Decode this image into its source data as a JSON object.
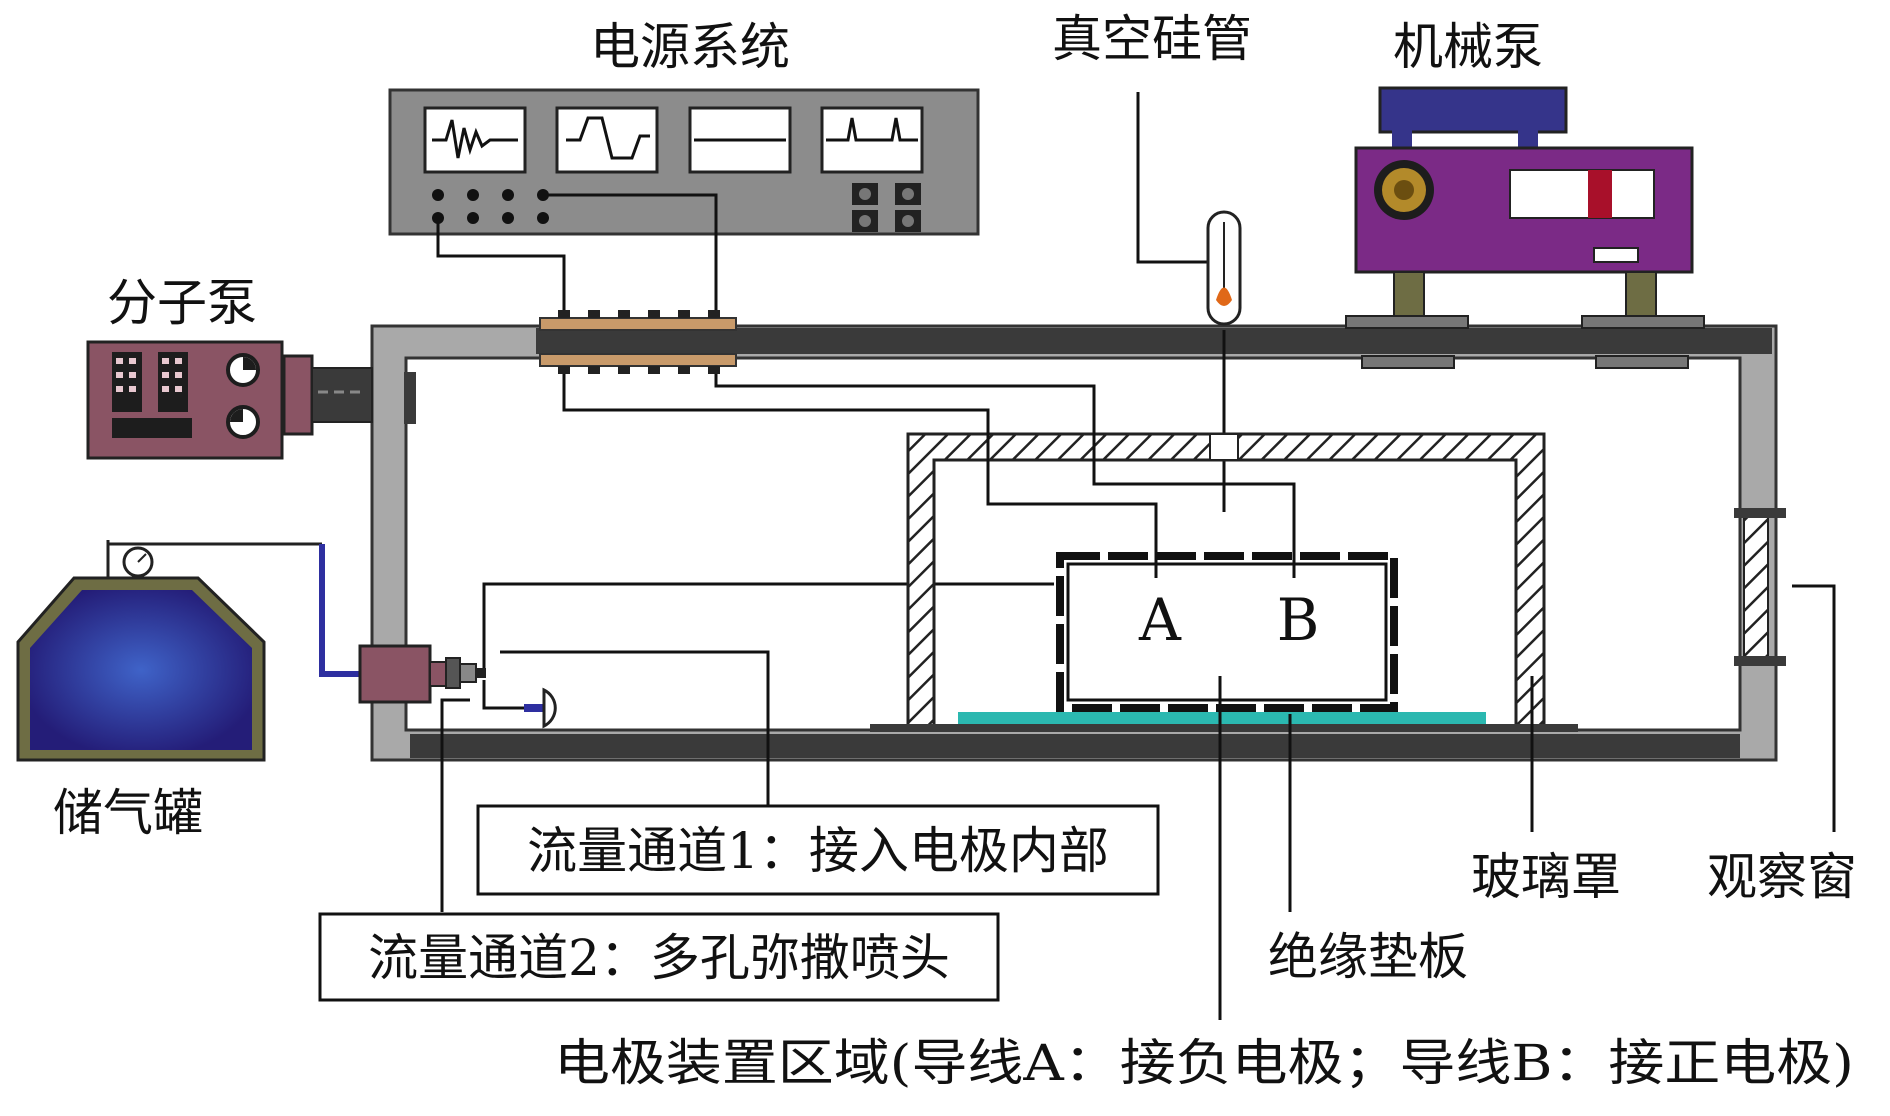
{
  "labels": {
    "power_system": "电源系统",
    "vacuum_silicone_tube": "真空硅管",
    "mechanical_pump": "机械泵",
    "molecular_pump": "分子泵",
    "gas_tank": "储气罐",
    "glass_cover": "玻璃罩",
    "observation_window": "观察窗",
    "insulating_plate": "绝缘垫板",
    "flow_channel_1": "流量通道1：接入电极内部",
    "flow_channel_2": "流量通道2：多孔弥撒喷头",
    "electrode_area": "电极装置区域(导线A：接负电极；导线B：接正电极)",
    "wire_a": "A",
    "wire_b": "B"
  },
  "colors": {
    "chamber_wall": "#a9a9a9",
    "power_panel": "#8c8c8c",
    "mech_pump_body": "#7b2a86",
    "mech_pump_top": "#35348a",
    "molecular_pump_body": "#8a5464",
    "gas_tank_body": "#2c3a9a",
    "tank_frame": "#6e6d44",
    "insulating_plate": "#2bb8b0",
    "connector": "#c89a6a",
    "gas_line": "#2e2fa0"
  },
  "icons": {
    "scope_screens": [
      "noise-waveform-icon",
      "square-waveform-icon",
      "flat-line-icon",
      "pulse-waveform-icon"
    ],
    "gauge": "pressure-gauge-icon",
    "fan": "fan-icon"
  }
}
